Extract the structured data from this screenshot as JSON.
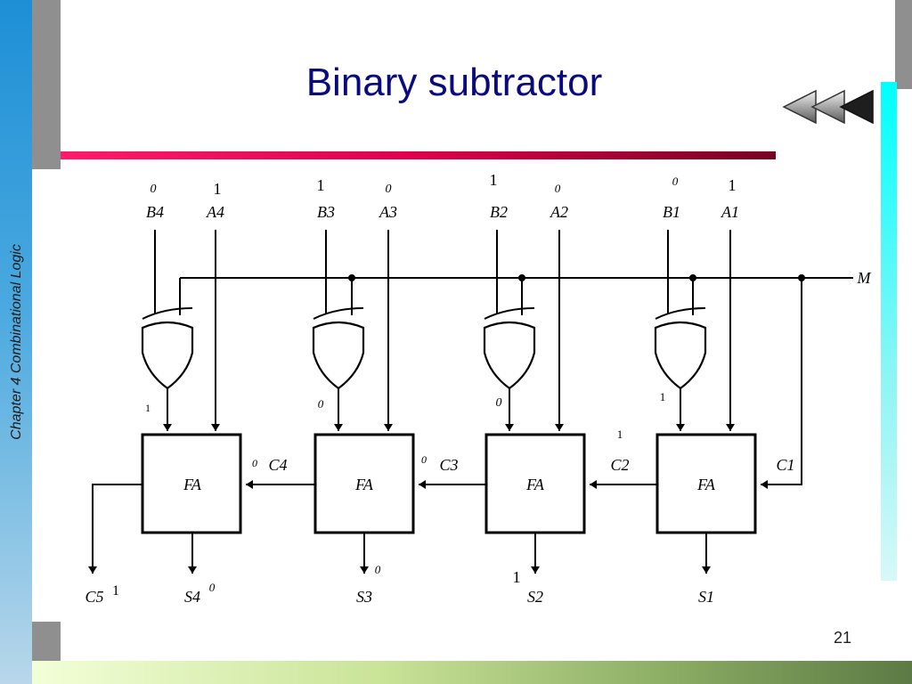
{
  "slide": {
    "title": "Binary subtractor",
    "side_label": "Chapter 4 Combinational Logic",
    "page_number": "21"
  },
  "diagram": {
    "stages": [
      {
        "b": "B4",
        "a": "A4",
        "b_val": "0",
        "a_val": "1",
        "fa": "FA",
        "carry_in": "C4",
        "sum": "S4",
        "xor_out": "1"
      },
      {
        "b": "B3",
        "a": "A3",
        "b_val": "1",
        "a_val": "0",
        "fa": "FA",
        "carry_in": "C3",
        "sum": "S3",
        "xor_out": "0"
      },
      {
        "b": "B2",
        "a": "A2",
        "b_val": "1",
        "a_val": "0",
        "fa": "FA",
        "carry_in": "C2",
        "sum": "S2",
        "xor_out": "0"
      },
      {
        "b": "B1",
        "a": "A1",
        "b_val": "0",
        "a_val": "1",
        "fa": "FA",
        "carry_in": "C1",
        "sum": "S1",
        "xor_out": "1"
      }
    ],
    "control_input": "M",
    "carry_out": "C5",
    "outputs": {
      "C5": "1",
      "S4": "0",
      "S3": "0",
      "S2": "1",
      "S1": ""
    },
    "carry_values": {
      "C4": "0",
      "C3": "0",
      "C2": "1"
    }
  },
  "colors": {
    "title": "#0a0a80",
    "rule": "#e0004a",
    "accent": "#00ffff"
  }
}
